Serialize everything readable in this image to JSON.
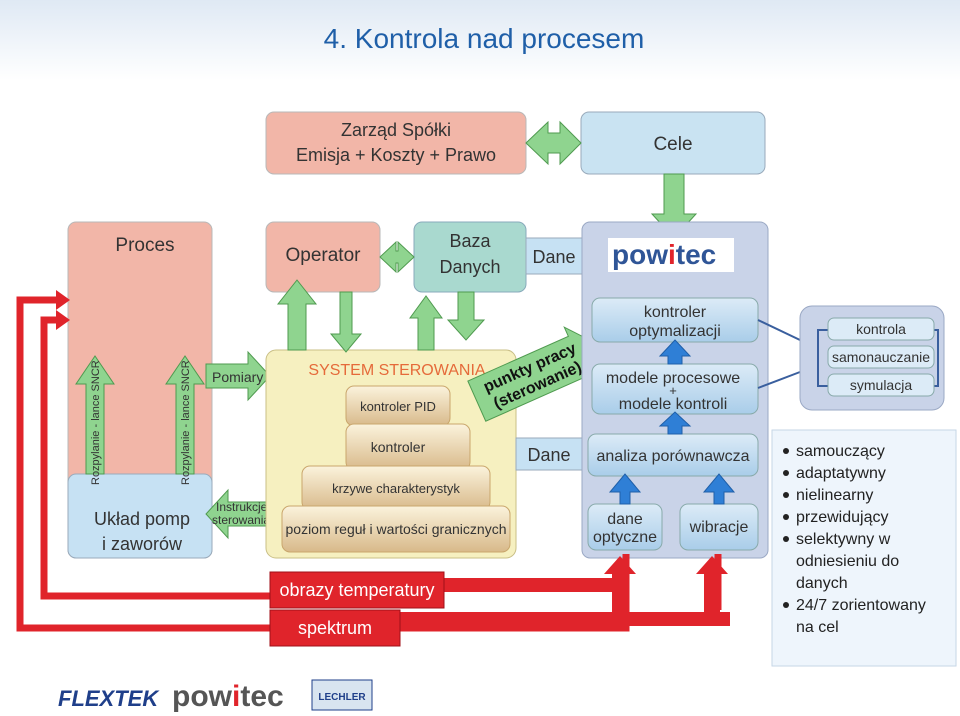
{
  "title": "4. Kontrola nad procesem",
  "zarzad": {
    "line1": "Zarząd Spółki",
    "line2": "Emisja + Koszty + Prawo"
  },
  "cele": "Cele",
  "proces": "Proces",
  "operator": "Operator",
  "baza": {
    "line1": "Baza",
    "line2": "Danych"
  },
  "dane_top": "Dane",
  "dane_mid": "Dane",
  "pomiary": "Pomiary",
  "instrukcje": {
    "line1": "Instrukcje",
    "line2": "sterowania"
  },
  "uklad": {
    "line1": "Układ pomp",
    "line2": "i zaworów"
  },
  "rozpylanie_1": "Rozpylanie - lance SNCR",
  "rozpylanie_2": "Rozpylanie - lance SNCR",
  "system": {
    "title": "SYSTEM STEROWANIA",
    "pid": "kontroler PID",
    "kontroler": "kontroler",
    "krzywe": "krzywe charakterystyk",
    "poziom": "poziom reguł i wartości granicznych"
  },
  "punkty": {
    "line1": "punkty pracy",
    "line2": "(sterowanie)"
  },
  "obrazy": "obrazy temperatury",
  "spektrum": "spektrum",
  "powitec_panel": {
    "logo_a": "pow",
    "logo_i": "i",
    "logo_b": "tec",
    "opt1": "kontroler",
    "opt2": "optymalizacji",
    "mod1": "modele procesowe",
    "plus": "+",
    "mod2": "modele kontroli",
    "analiza": "analiza porównawcza",
    "dane1": "dane",
    "dane2": "optyczne",
    "wibracje": "wibracje"
  },
  "loop": {
    "kontrola": "kontrola",
    "samonauczanie": "samonauczanie",
    "symulacja": "symulacja"
  },
  "features": [
    "samouczący",
    "adaptatywny",
    "nielinearny",
    "przewidujący",
    "selektywny w",
    "odniesieniu do",
    "danych",
    "24/7 zorientowany",
    "na cel"
  ],
  "footer": {
    "flextek": "FLEXTEK",
    "powitec_a": "pow",
    "powitec_i": "i",
    "powitec_b": "tec",
    "lechler": "LECHLER"
  },
  "colors": {
    "title": "#1f5fa8",
    "zarzad_fill": "#f2b6a8",
    "cele_fill": "#c9e3f2",
    "proces_fill": "#f2b6a8",
    "operator_fill": "#f2b6a8",
    "baza_fill": "#a9d9cf",
    "system_fill": "#f6f0c0",
    "powitec_panel": "#c9d3e8",
    "box_blue": "#c6e1f3",
    "green_arrow": "#8fd48f",
    "red": "#e0242b",
    "powitec_blue": "#2f5597"
  }
}
